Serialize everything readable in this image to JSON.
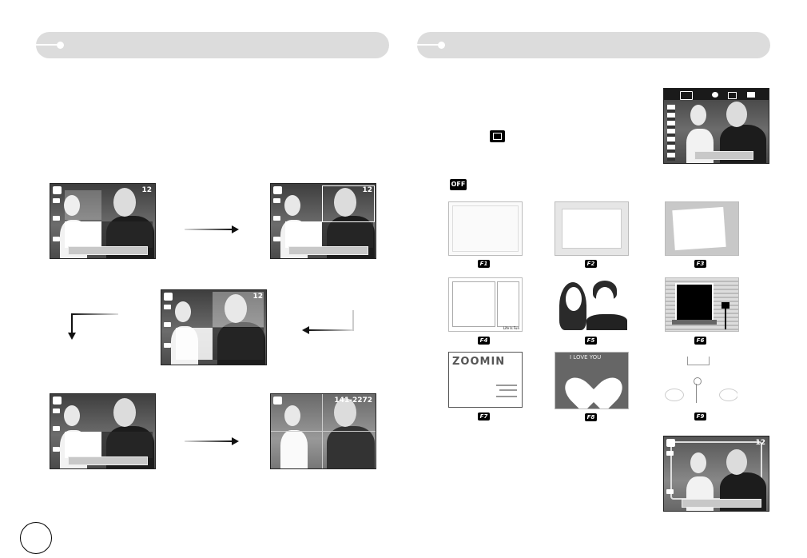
{
  "left_panel": {
    "screens": {
      "s1_count": "12",
      "s2_count": "12",
      "s3_count": "12",
      "s4_count": "",
      "s5_count": "141-2272"
    }
  },
  "right_panel": {
    "off_label": "OFF",
    "menu_screen_count": "",
    "result_screen_count": "12",
    "frames": [
      {
        "label": "F1"
      },
      {
        "label": "F2"
      },
      {
        "label": "F3"
      },
      {
        "label": "F4",
        "caption": "Life Is Fun"
      },
      {
        "label": "F5"
      },
      {
        "label": "F6"
      },
      {
        "label": "F7",
        "title": "ZOOMIN"
      },
      {
        "label": "F8",
        "caption": "I LOVE YOU"
      },
      {
        "label": "F9"
      }
    ]
  },
  "colors": {
    "header_band": "#dcdcdc",
    "label_bg": "#000000"
  },
  "icons": [
    "frame-icon",
    "off-icon",
    "arrow-right",
    "arrow-down",
    "arrow-left-up"
  ]
}
